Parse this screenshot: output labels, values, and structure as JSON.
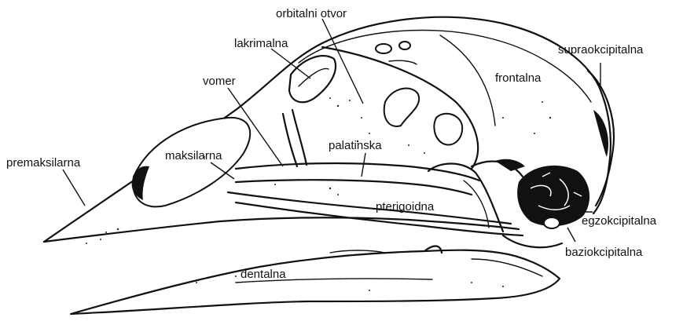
{
  "labels": {
    "orbitalni_otvor": "orbitalni otvor",
    "lakrimalna": "lakrimalna",
    "vomer": "vomer",
    "supraokcipitalna": "supraokcipitalna",
    "frontalna": "frontalna",
    "palatinska": "palatinska",
    "premaksilarna": "premaksilarna",
    "maksilarna": "maksilarna",
    "pterigoidna": "pterigoidna",
    "egzokcipitalna": "egzokcipitalna",
    "baziokcipitalna": "baziokcipitalna",
    "dentalna": "dentalna"
  }
}
